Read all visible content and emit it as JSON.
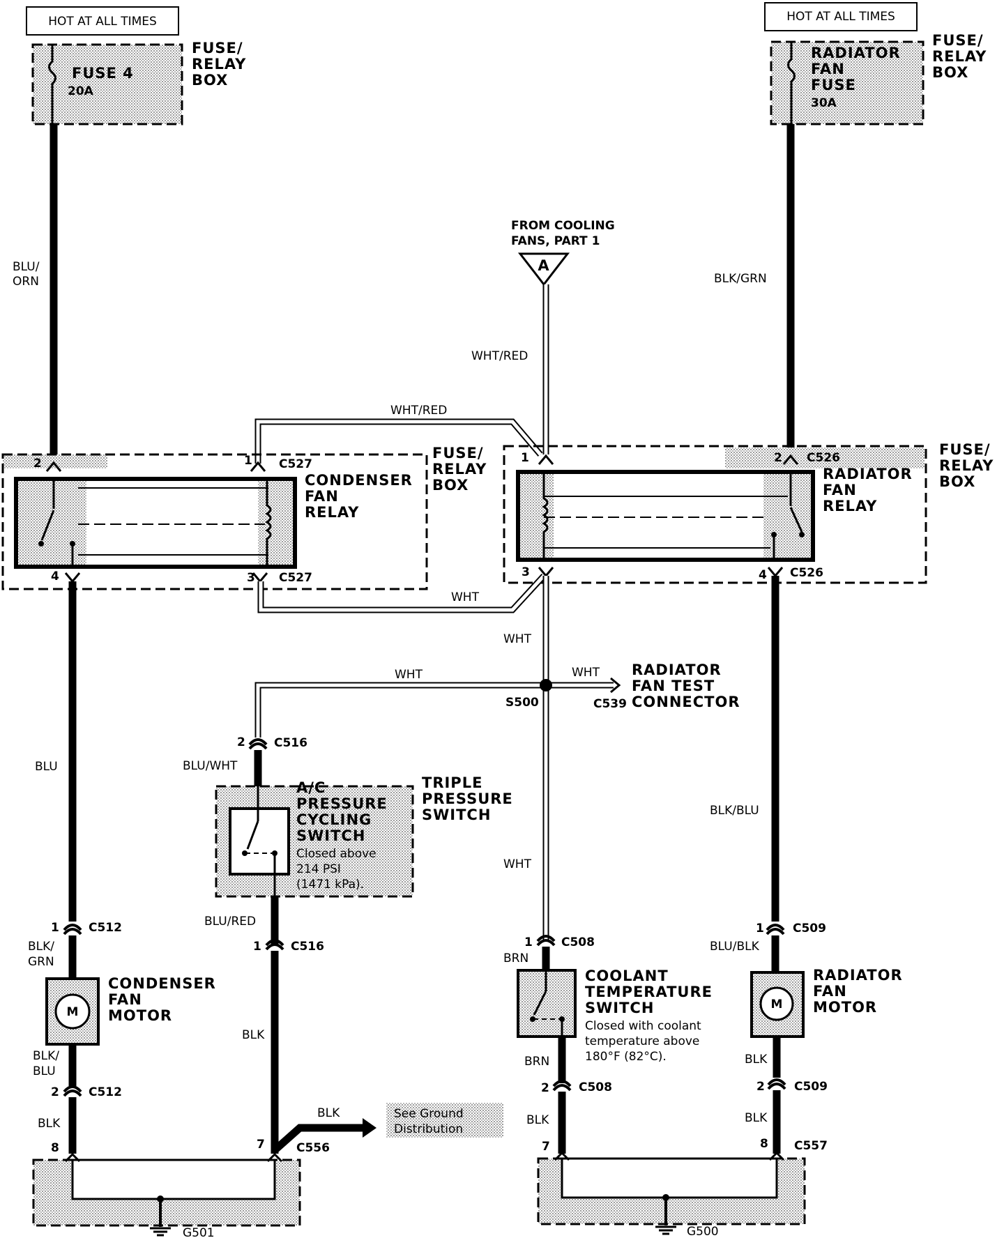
{
  "power": {
    "left_hot": "HOT AT ALL TIMES",
    "right_hot": "HOT AT ALL TIMES"
  },
  "fuses": {
    "left_box": [
      "FUSE/",
      "RELAY",
      "BOX"
    ],
    "left_fuse_name": "FUSE 4",
    "left_fuse_rating": "20A",
    "right_box": [
      "FUSE/",
      "RELAY",
      "BOX"
    ],
    "right_fuse_name": [
      "RADIATOR",
      "FAN",
      "FUSE"
    ],
    "right_fuse_rating": "30A"
  },
  "wires": {
    "blu_orn": [
      "BLU/",
      "ORN"
    ],
    "blk_grn": "BLK/GRN",
    "wht_red_top": "WHT/RED",
    "wht_red_side": "WHT/RED",
    "wht_bottom": "WHT",
    "wht_vertical": "WHT",
    "wht_branch": "WHT",
    "wht_test": "WHT",
    "wht_lower": "WHT",
    "blu": "BLU",
    "blu_wht": "BLU/WHT",
    "blk_blu_right": "BLK/BLU",
    "blu_red": "BLU/RED",
    "blk_grn_motor": [
      "BLK/",
      "GRN"
    ],
    "blk_blu_motor": [
      "BLK/",
      "BLU"
    ],
    "blk_left": "BLK",
    "blk_mid": "BLK",
    "blk_ground_branch": "BLK",
    "brn_top": "BRN",
    "brn_bottom": "BRN",
    "blu_blk": "BLU/BLK",
    "blk_right_mid": "BLK",
    "blk_right_low": "BLK",
    "blk_coolant_low": "BLK"
  },
  "cooling": {
    "from_label": [
      "FROM COOLING",
      "FANS, PART 1"
    ],
    "connector_letter": "A"
  },
  "condenser_relay": {
    "name": [
      "CONDENSER",
      "FAN",
      "RELAY"
    ],
    "box": [
      "FUSE/",
      "RELAY",
      "BOX"
    ],
    "pin_2": "2",
    "pin_1": "1",
    "pin_4": "4",
    "pin_3": "3",
    "conn_top": "C527",
    "conn_bottom": "C527"
  },
  "radiator_relay": {
    "name": [
      "RADIATOR",
      "FAN",
      "RELAY"
    ],
    "box": [
      "FUSE/",
      "RELAY",
      "BOX"
    ],
    "pin_1": "1",
    "pin_2": "2",
    "pin_3": "3",
    "pin_4": "4",
    "conn_top": "C526",
    "conn_bottom": "C526"
  },
  "splice": {
    "name": "S500",
    "test_conn": "C539",
    "test_label": [
      "RADIATOR",
      "FAN TEST",
      "CONNECTOR"
    ]
  },
  "pressure_switch": {
    "c516_top_pin": "2",
    "c516_top": "C516",
    "title": [
      "TRIPLE",
      "PRESSURE",
      "SWITCH"
    ],
    "name": [
      "A/C",
      "PRESSURE",
      "CYCLING",
      "SWITCH"
    ],
    "desc": [
      "Closed above",
      "214 PSI",
      "(1471 kPa)."
    ],
    "c516_bottom_pin": "1",
    "c516_bottom": "C516"
  },
  "condenser_motor": {
    "c512_top_pin": "1",
    "c512_top": "C512",
    "name": [
      "CONDENSER",
      "FAN",
      "MOTOR"
    ],
    "symbol": "M",
    "c512_bottom_pin": "2",
    "c512_bottom": "C512"
  },
  "coolant_switch": {
    "c508_top_pin": "1",
    "c508_top": "C508",
    "name": [
      "COOLANT",
      "TEMPERATURE",
      "SWITCH"
    ],
    "desc": [
      "Closed with coolant",
      "temperature above",
      "180°F (82°C)."
    ],
    "c508_bottom_pin": "2",
    "c508_bottom": "C508"
  },
  "radiator_motor": {
    "c509_top_pin": "1",
    "c509_top": "C509",
    "name": [
      "RADIATOR",
      "FAN",
      "MOTOR"
    ],
    "symbol": "M",
    "c509_bottom_pin": "2",
    "c509_bottom": "C509"
  },
  "grounds": {
    "see_ground": [
      "See Ground",
      "Distribution"
    ],
    "left_pin_8": "8",
    "left_pin_7": "7",
    "left_conn": "C556",
    "left_ground": "G501",
    "right_pin_7": "7",
    "right_pin_8": "8",
    "right_conn": "C557",
    "right_ground": "G500"
  }
}
